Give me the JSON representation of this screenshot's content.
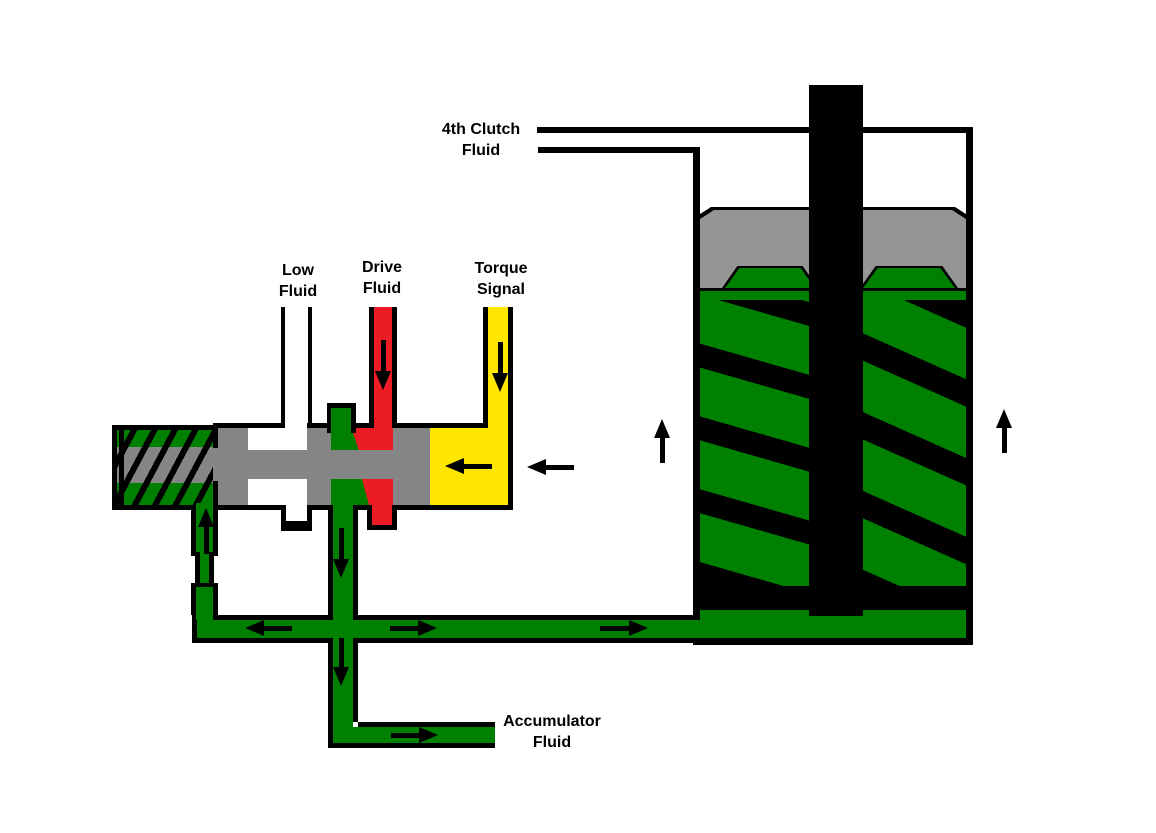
{
  "diagram": {
    "labels": {
      "clutch": {
        "line1": "4th Clutch",
        "line2": "Fluid"
      },
      "low": {
        "line1": "Low",
        "line2": "Fluid"
      },
      "drive": {
        "line1": "Drive",
        "line2": "Fluid"
      },
      "torque": {
        "line1": "Torque",
        "line2": "Signal"
      },
      "accumulator": {
        "line1": "Accumulator",
        "line2": "Fluid"
      }
    },
    "colors": {
      "accumulator_fluid_green": "#008000",
      "drive_fluid_red": "#EB1C24",
      "torque_signal_yellow": "#FFE600",
      "valve_gray": "#858585",
      "piston_gray": "#959595",
      "outline_black": "#000000",
      "background_white": "#FFFFFF"
    },
    "icons": [
      "flow-arrow-up-icon",
      "flow-arrow-down-icon",
      "flow-arrow-left-icon",
      "flow-arrow-right-icon",
      "coil-spring-icon",
      "hatched-spring-icon"
    ]
  }
}
